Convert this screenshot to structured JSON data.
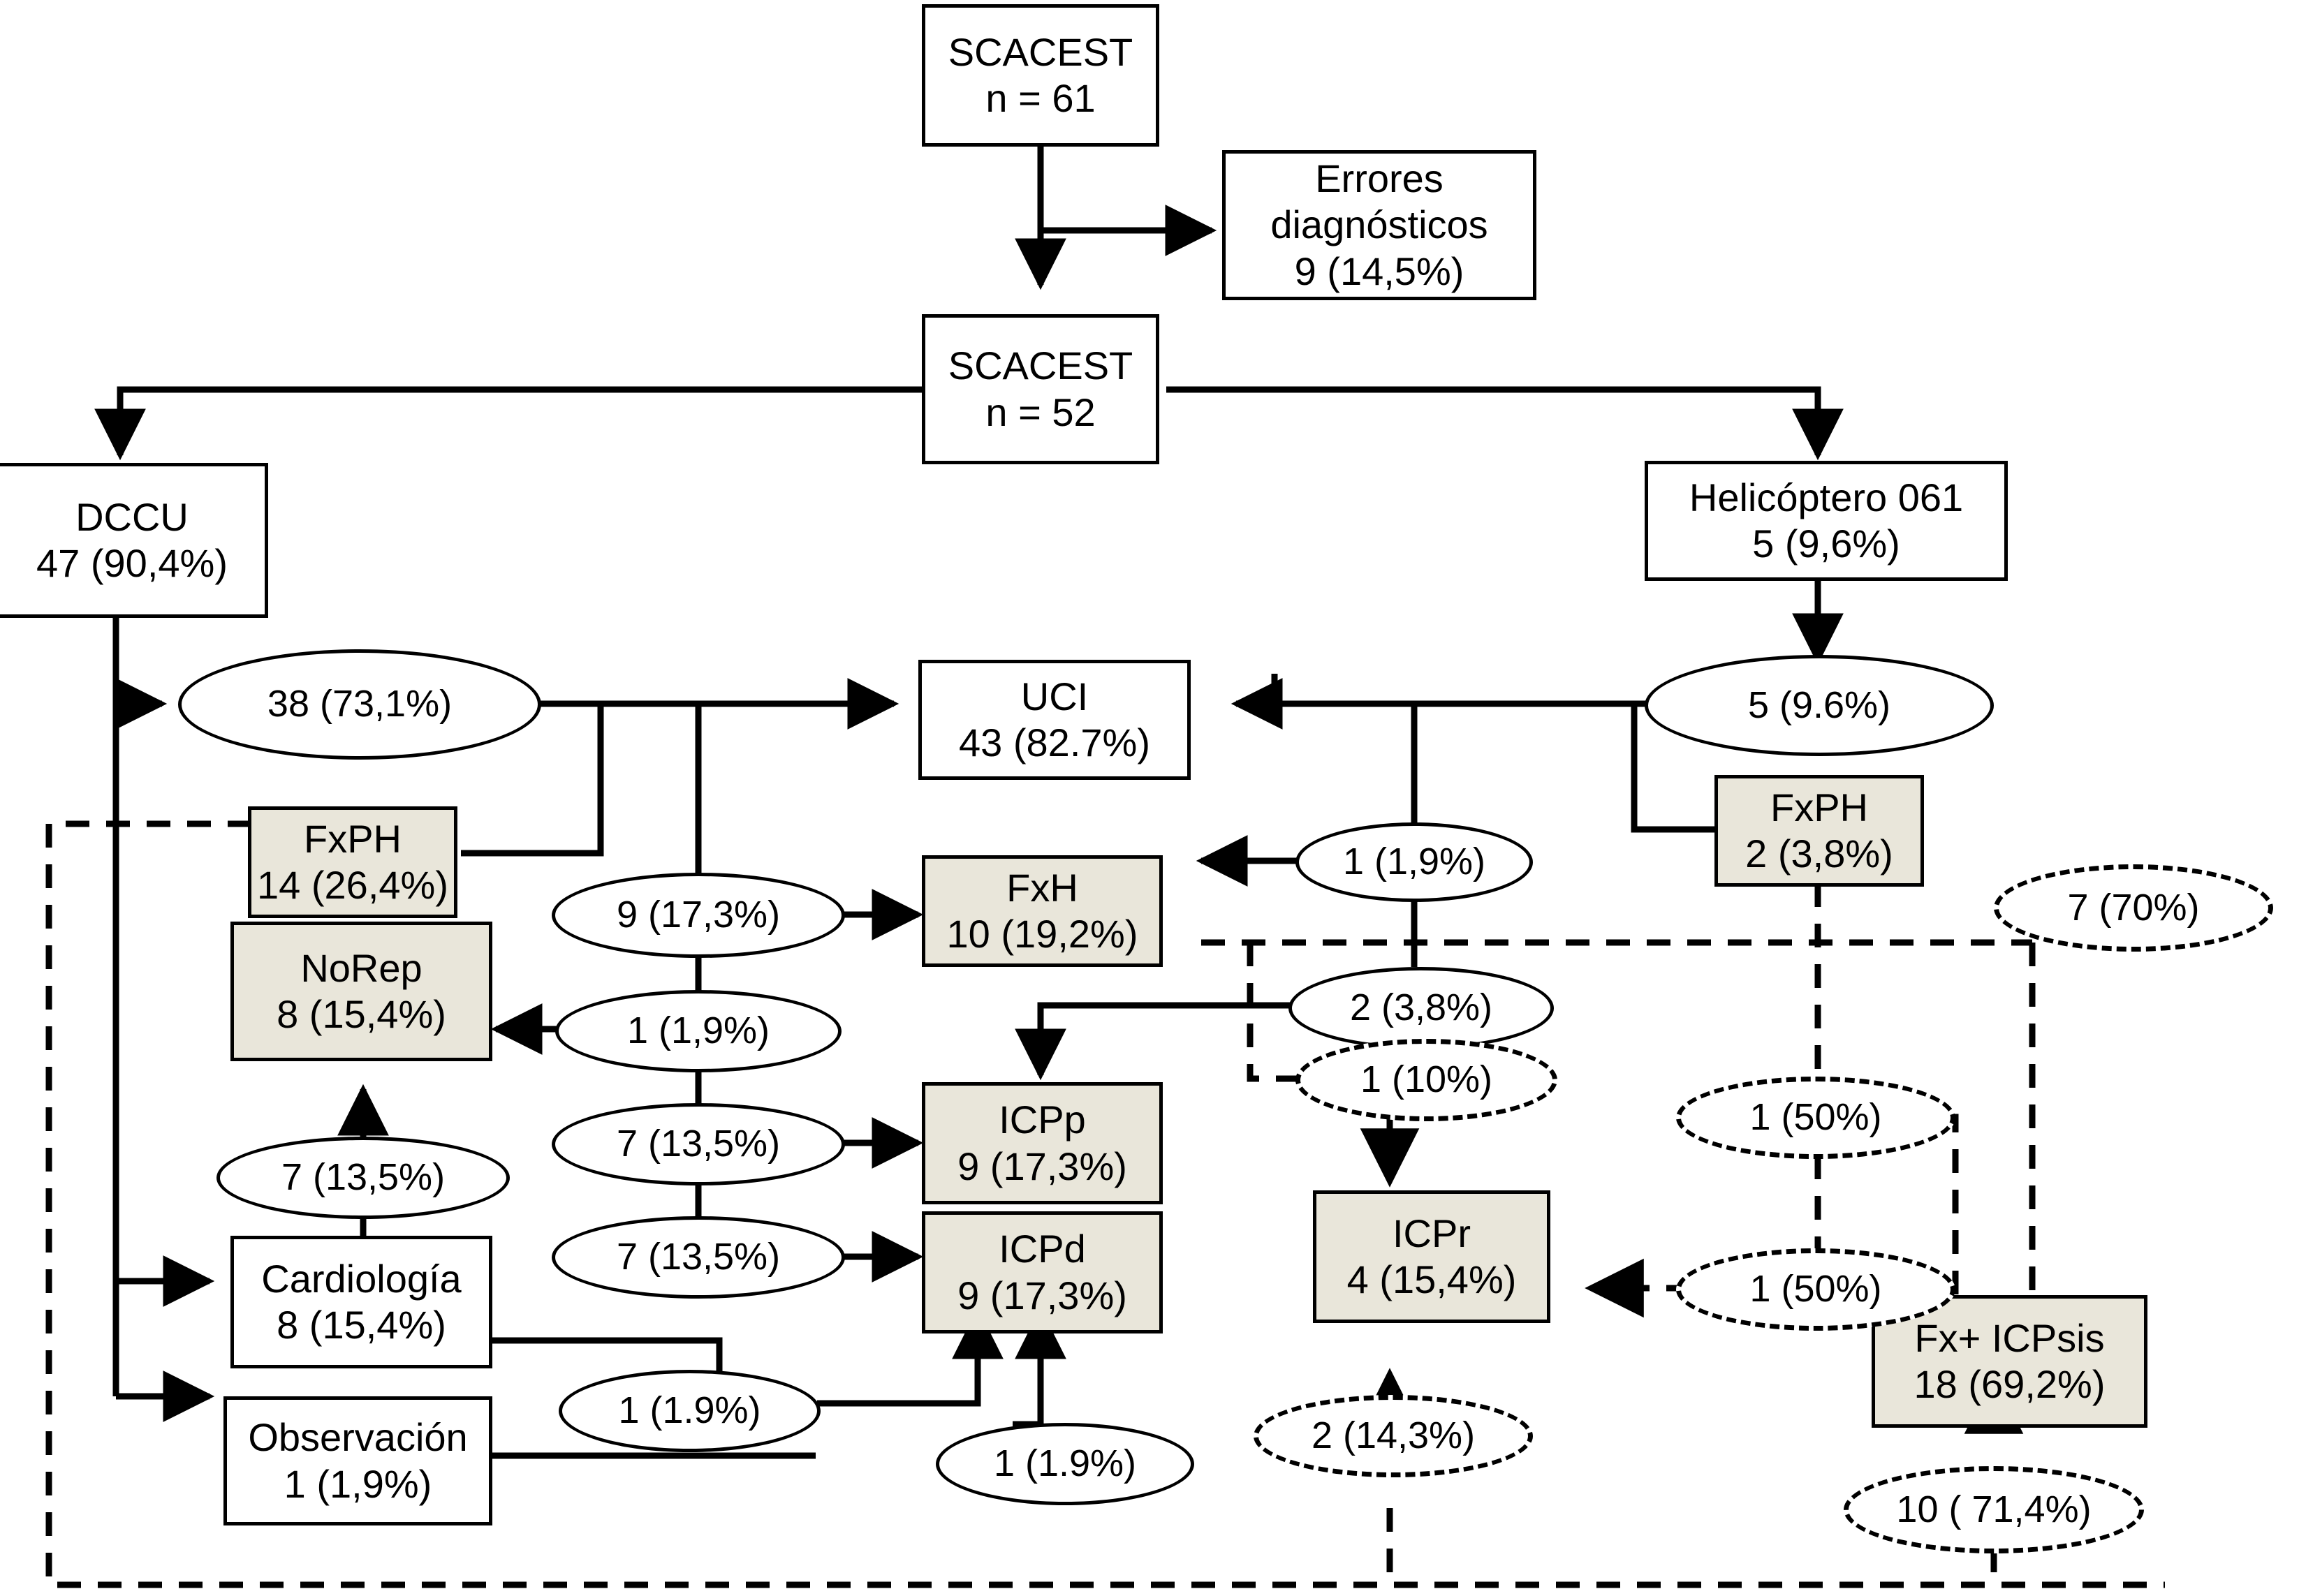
{
  "diagram": {
    "title": "Diagrama de flujo SCACEST",
    "colors": {
      "shaded_fill": "#E9E6DA",
      "stroke": "#000000",
      "plain_fill": "#FFFFFF"
    }
  },
  "nodes": {
    "scacest_61": {
      "line1": "SCACEST",
      "line2": "n = 61",
      "shape": "box",
      "style": "plain"
    },
    "errores": {
      "line1": "Errores",
      "line2": "diagnósticos",
      "line3": "9 (14,5%)",
      "shape": "box",
      "style": "plain"
    },
    "scacest_52": {
      "line1": "SCACEST",
      "line2": "n = 52",
      "shape": "box",
      "style": "plain"
    },
    "dccu": {
      "line1": "DCCU",
      "line2": "47 (90,4%)",
      "shape": "box",
      "style": "plain"
    },
    "helicoptero": {
      "line1": "Helicóptero 061",
      "line2": "5 (9,6%)",
      "shape": "box",
      "style": "plain"
    },
    "uci": {
      "line1": "UCI",
      "line2": "43 (82.7%)",
      "shape": "box",
      "style": "plain"
    },
    "fxph_left": {
      "line1": "FxPH",
      "line2": "14 (26,4%)",
      "shape": "box",
      "style": "shaded"
    },
    "fxph_right": {
      "line1": "FxPH",
      "line2": "2 (3,8%)",
      "shape": "box",
      "style": "shaded"
    },
    "fxh": {
      "line1": "FxH",
      "line2": "10 (19,2%)",
      "shape": "box",
      "style": "shaded"
    },
    "norep": {
      "line1": "NoRep",
      "line2": "8 (15,4%)",
      "shape": "box",
      "style": "shaded"
    },
    "icpp": {
      "line1": "ICPp",
      "line2": "9 (17,3%)",
      "shape": "box",
      "style": "shaded"
    },
    "icpd": {
      "line1": "ICPd",
      "line2": "9 (17,3%)",
      "shape": "box",
      "style": "shaded"
    },
    "icpr": {
      "line1": "ICPr",
      "line2": "4 (15,4%)",
      "shape": "box",
      "style": "shaded"
    },
    "fx_icpsis": {
      "line1": "Fx+ ICPsis",
      "line2": "18 (69,2%)",
      "shape": "box",
      "style": "shaded"
    },
    "cardiologia": {
      "line1": "Cardiología",
      "line2": "8 (15,4%)",
      "shape": "box",
      "style": "plain"
    },
    "observacion": {
      "line1": "Observación",
      "line2": "1 (1,9%)",
      "shape": "box",
      "style": "plain"
    }
  },
  "ellipses": {
    "e_38": {
      "label": "38 (73,1%)",
      "border": "solid"
    },
    "e_5": {
      "label": "5 (9.6%)",
      "border": "solid"
    },
    "e_9_173": {
      "label": "9 (17,3%)",
      "border": "solid"
    },
    "e_1_19_a": {
      "label": "1 (1,9%)",
      "border": "solid"
    },
    "e_1_19_b": {
      "label": "1 (1,9%)",
      "border": "solid"
    },
    "e_7_135_a": {
      "label": "7 (13,5%)",
      "border": "solid"
    },
    "e_7_135_b": {
      "label": "7 (13,5%)",
      "border": "solid"
    },
    "e_7_135_c": {
      "label": "7 (13,5%)",
      "border": "solid"
    },
    "e_2_38": {
      "label": "2 (3,8%)",
      "border": "solid"
    },
    "e_1_19_c": {
      "label": "1 (1.9%)",
      "border": "solid"
    },
    "e_1_19_d": {
      "label": "1 (1.9%)",
      "border": "solid"
    },
    "e_7_70": {
      "label": "7 (70%)",
      "border": "dashed"
    },
    "e_1_10": {
      "label": "1 (10%)",
      "border": "dashed"
    },
    "e_1_50_a": {
      "label": "1 (50%)",
      "border": "dashed"
    },
    "e_1_50_b": {
      "label": "1 (50%)",
      "border": "dashed"
    },
    "e_2_143": {
      "label": "2 (14,3%)",
      "border": "dashed"
    },
    "e_10_714": {
      "label": "10 ( 71,4%)",
      "border": "dashed"
    }
  }
}
